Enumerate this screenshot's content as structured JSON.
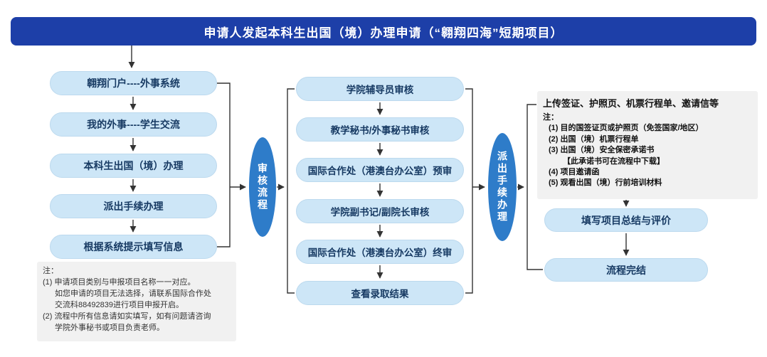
{
  "banner": {
    "title": "申请人发起本科生出国（境）办理申请（“翱翔四海”短期项目）"
  },
  "left_flow": {
    "steps": [
      "翱翔门户----外事系统",
      "我的外事----学生交流",
      "本科生出国（境）办理",
      "派出手续办理",
      "根据系统提示填写信息"
    ]
  },
  "left_note": {
    "lines": [
      "注：",
      "(1) 申请项目类别与申报项目名称一一对应。",
      "如您申请的项目无法选择，请联系国际合作处",
      "交流科88492839进行项目申报开启。",
      "(2) 流程中所有信息请如实填写，如有问题请咨询",
      "学院外事秘书或项目负责老师。"
    ]
  },
  "stage_ovals": {
    "review": "审核流程",
    "dispatch": "派出手续办理"
  },
  "review_flow": {
    "steps": [
      "学院辅导员审核",
      "教学秘书/外事秘书审核",
      "国际合作处（港澳台办公室）预审",
      "学院副书记/副院长审核",
      "国际合作处（港澳台办公室）终审",
      "查看录取结果"
    ]
  },
  "right_panel": {
    "title": "上传签证、护照页、机票行程单、邀请信等",
    "note_lines": [
      "注：",
      "(1) 目的国签证页或护照页（免签国家/地区）",
      "(2) 出国（境）机票行程单",
      "(3) 出国（境）安全保密承诺书",
      "【此承诺书可在流程中下载】",
      "(4) 项目邀请函",
      "(5) 观看出国（境）行前培训材料"
    ],
    "steps": [
      "填写项目总结与评价",
      "流程完结"
    ]
  },
  "colors": {
    "banner_bg": "#1d3fa8",
    "pill_bg": "#cde6f7",
    "oval_bg": "#2e7cc9",
    "note_bg": "#f1f1f1",
    "pill_text": "#173a63",
    "arrow": "#333333"
  }
}
